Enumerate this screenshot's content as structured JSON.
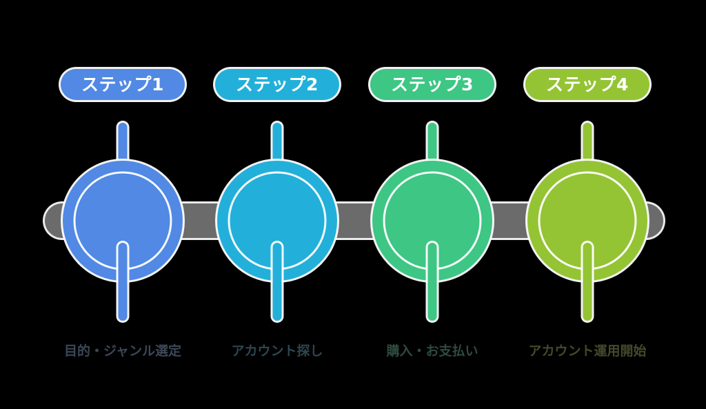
{
  "diagram": {
    "type": "horizontal-step-process",
    "step_count": 4,
    "rail": {
      "name": "connector-rail",
      "color": "#6b6b6b"
    },
    "outline_color": "#ffffff",
    "background_color": "#000000",
    "steps": [
      {
        "badge_label": "ステップ1",
        "caption": "目的・ジャンル選定",
        "color": "#5189e4",
        "caption_color": "#3c4756"
      },
      {
        "badge_label": "ステップ2",
        "caption": "アカウント探し",
        "color": "#22b0da",
        "caption_color": "#2d4750"
      },
      {
        "badge_label": "ステップ3",
        "caption": "購入・お支払い",
        "color": "#3ec684",
        "caption_color": "#2f4a3e"
      },
      {
        "badge_label": "ステップ4",
        "caption": "アカウント運用開始",
        "color": "#94c434",
        "caption_color": "#46492a"
      }
    ]
  }
}
